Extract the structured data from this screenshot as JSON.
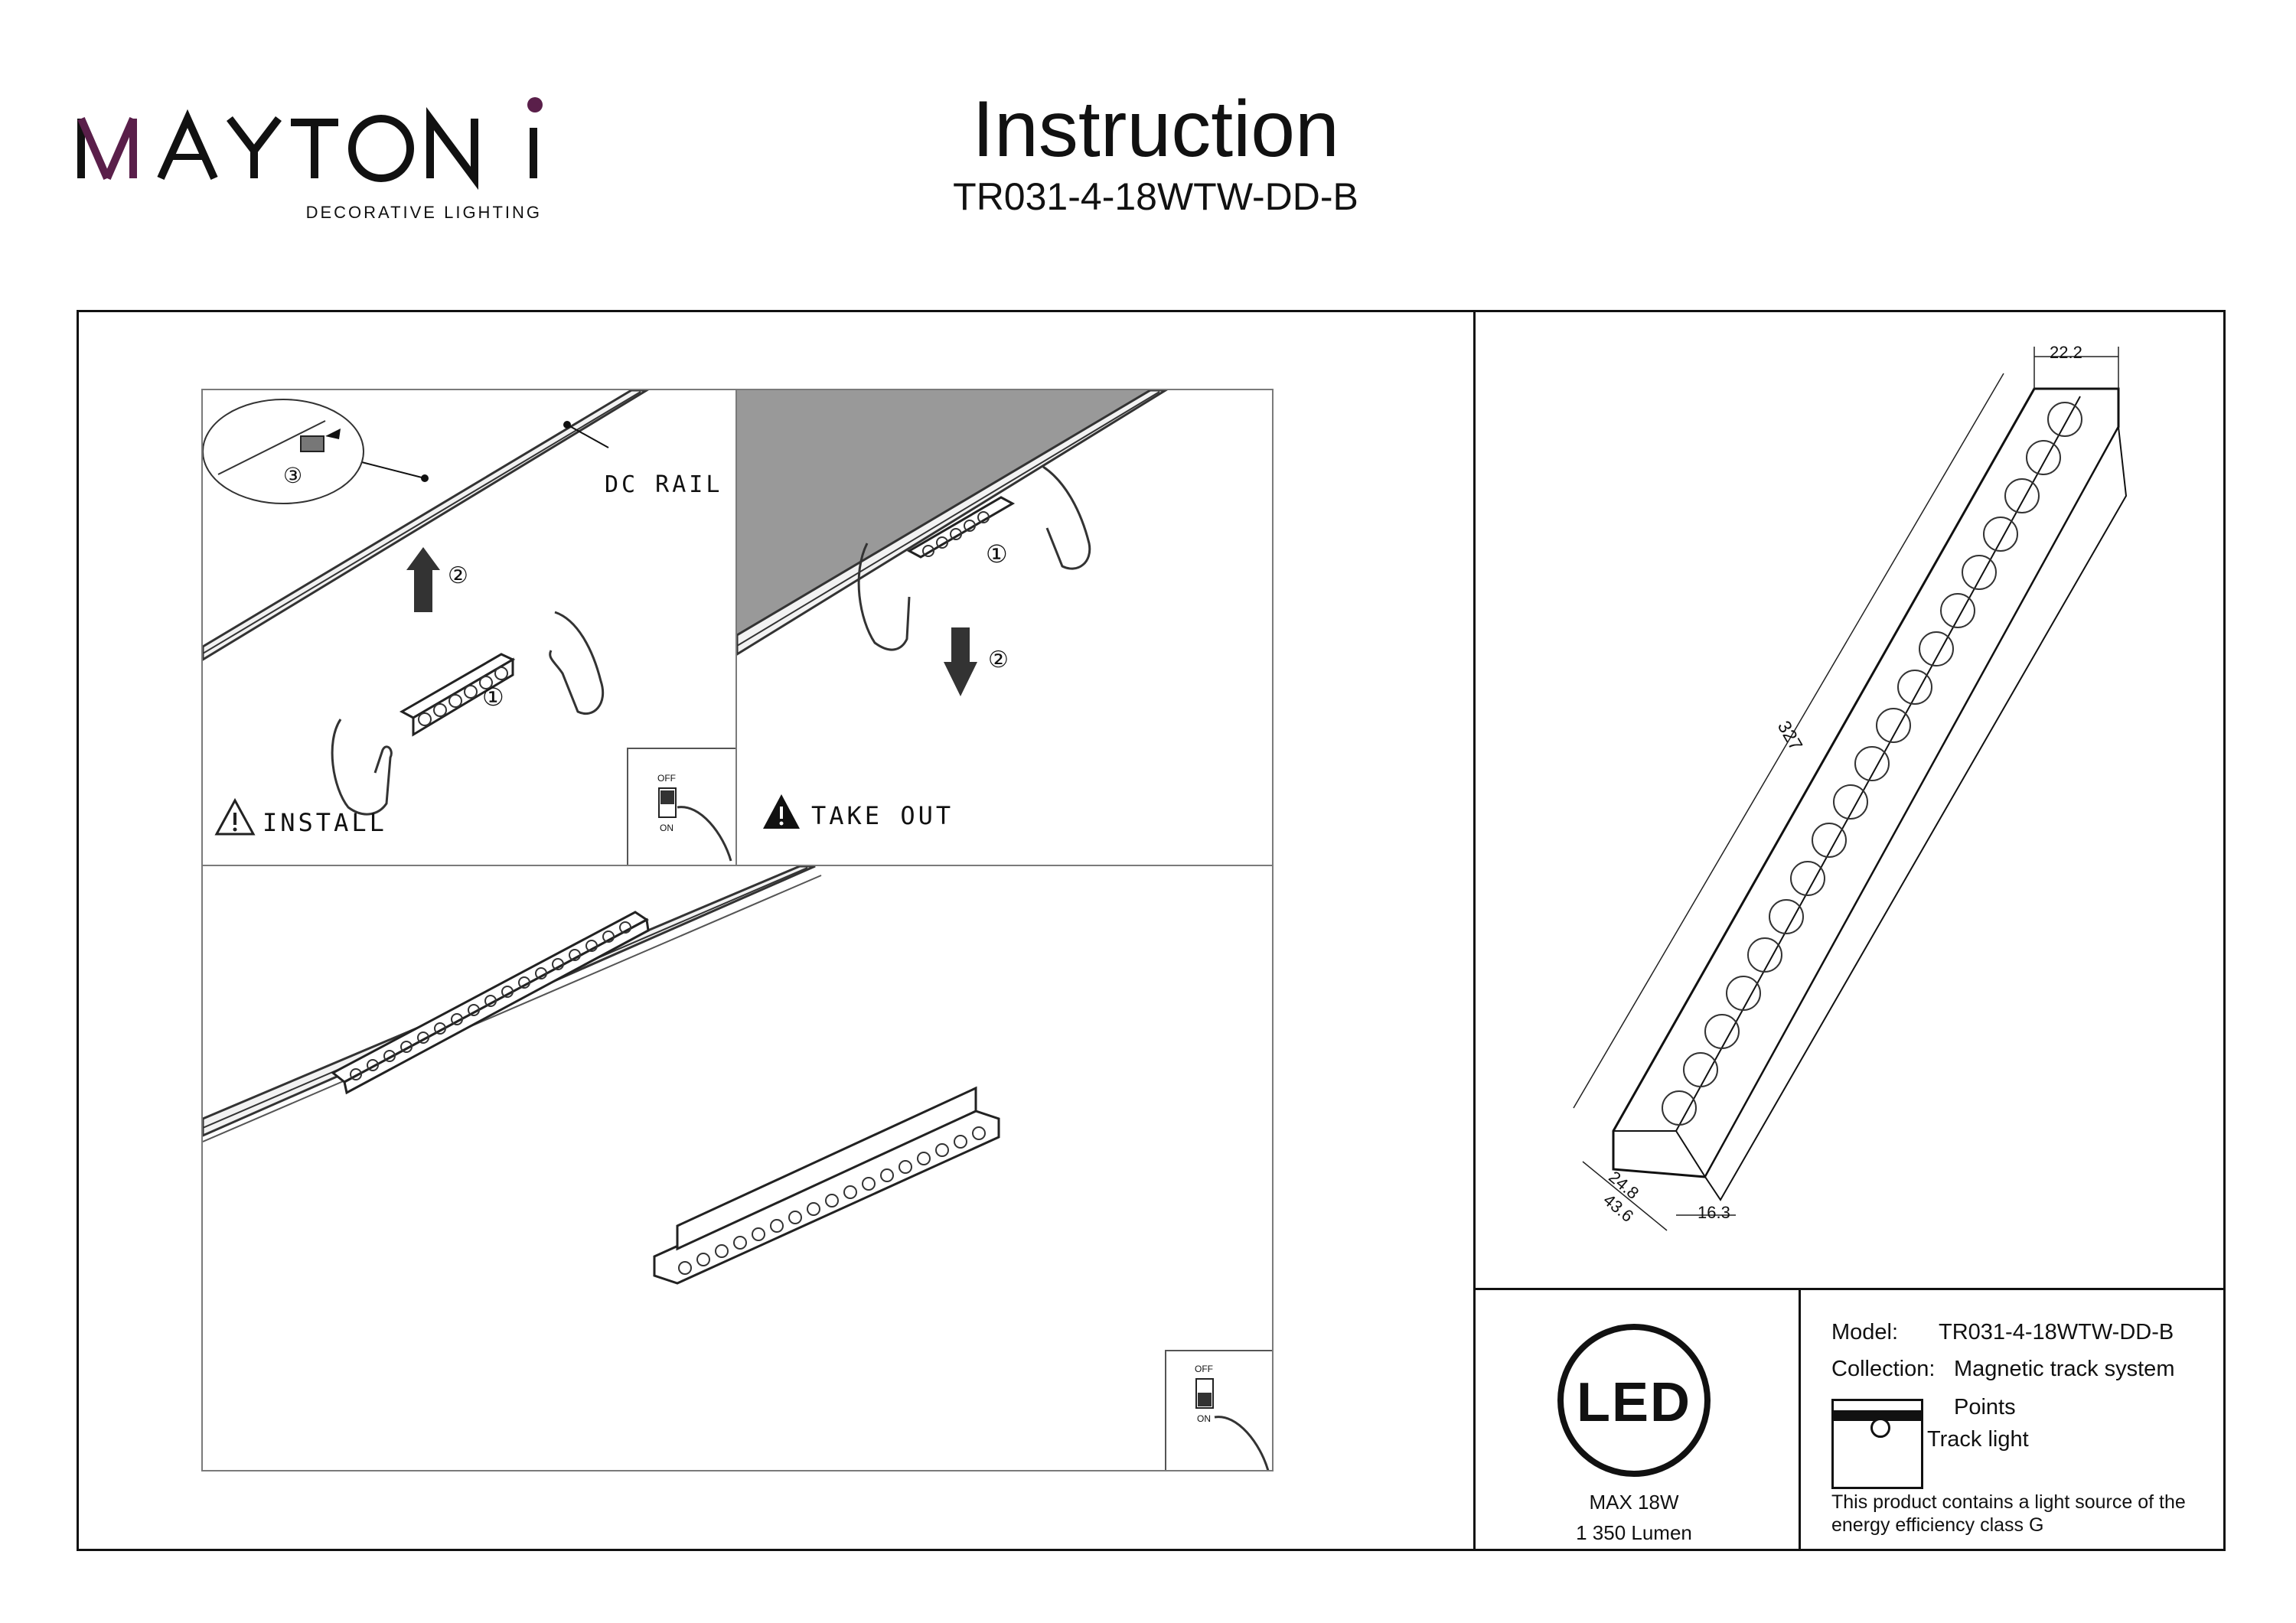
{
  "brand": {
    "name": "MAYTONI",
    "tagline": "DECORATIVE LIGHTING",
    "accent_color": "#5a1f4a"
  },
  "header": {
    "title": "Instruction",
    "model_code": "TR031-4-18WTW-DD-B"
  },
  "panels": {
    "install": {
      "rail_label": "DC RAIL",
      "label": "INSTALL",
      "steps": [
        "①",
        "②",
        "③"
      ],
      "switch": {
        "off": "OFF",
        "on": "ON"
      }
    },
    "take_out": {
      "label": "TAKE OUT",
      "steps": [
        "①",
        "②"
      ]
    },
    "result": {
      "switch": {
        "off": "OFF",
        "on": "ON"
      }
    }
  },
  "dimensions": {
    "width_top": "22.2",
    "length": "327",
    "depth_a": "24.8",
    "depth_b": "43.6",
    "height": "16.3"
  },
  "spec": {
    "led_badge": "LED",
    "power": "MAX 18W",
    "lumen": "1 350 Lumen"
  },
  "info": {
    "model_label": "Model:",
    "model_value": "TR031-4-18WTW-DD-B",
    "collection_label": "Collection:",
    "collection_value": "Magnetic track system",
    "collection_sub": "Points",
    "type_value": "Track light",
    "energy_line1": "This product contains a light source of the",
    "energy_line2": "energy efficiency class G"
  }
}
